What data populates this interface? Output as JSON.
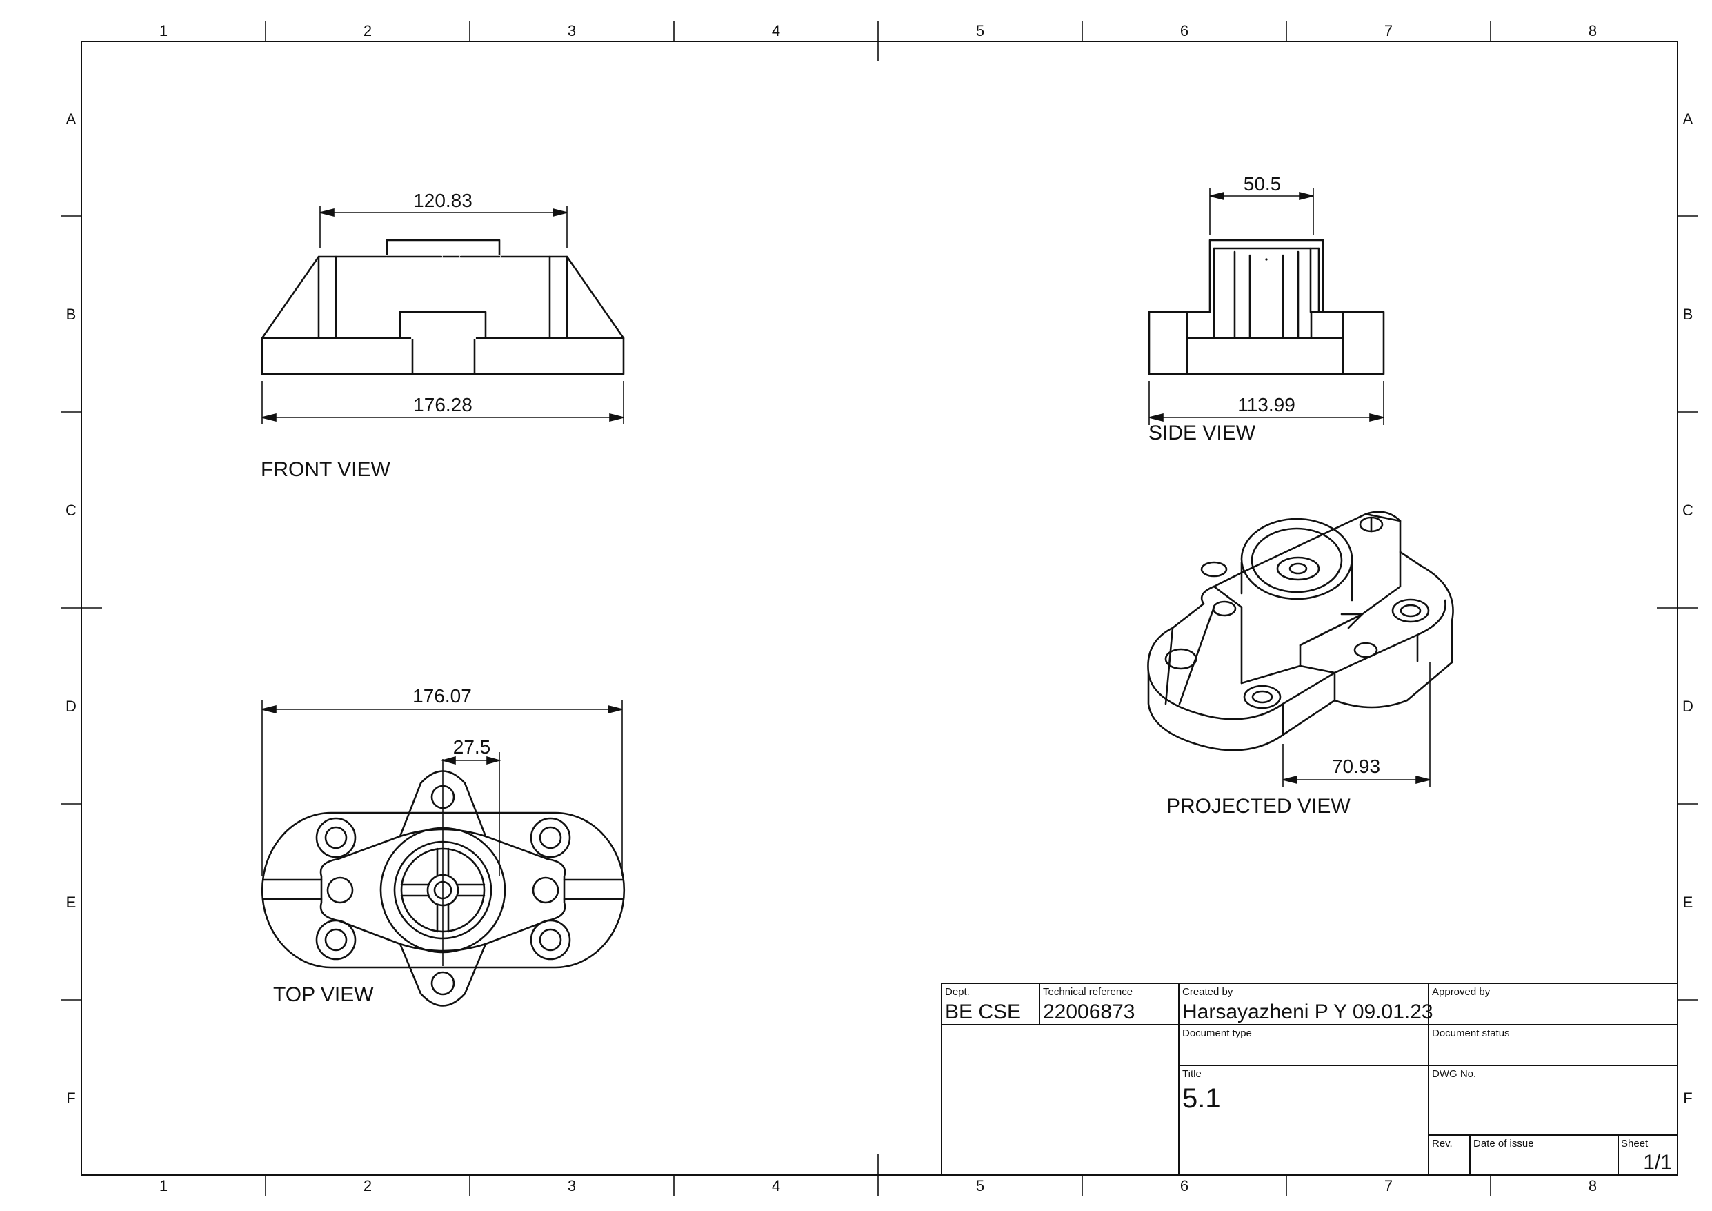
{
  "grid": {
    "columns": [
      "1",
      "2",
      "3",
      "4",
      "5",
      "6",
      "7",
      "8"
    ],
    "rows": [
      "A",
      "B",
      "C",
      "D",
      "E",
      "F"
    ]
  },
  "views": {
    "front": {
      "label": "FRONT VIEW",
      "dim_top": "120.83",
      "dim_bottom": "176.28"
    },
    "side": {
      "label": "SIDE VIEW",
      "dim_top": "50.5",
      "dim_bottom": "113.99"
    },
    "top": {
      "label": "TOP VIEW",
      "dim_width": "176.07",
      "dim_inner": "27.5"
    },
    "projected": {
      "label": "PROJECTED VIEW",
      "dim": "70.93"
    }
  },
  "title_block": {
    "dept_label": "Dept.",
    "dept_value": "BE CSE",
    "techref_label": "Technical reference",
    "techref_value": "22006873",
    "created_label": "Created by",
    "created_value": "Harsayazheni P Y 09.01.23",
    "approved_label": "Approved by",
    "approved_value": "",
    "doctype_label": "Document type",
    "docstatus_label": "Document status",
    "title_label": "Title",
    "title_value": "5.1",
    "dwg_label": "DWG No.",
    "rev_label": "Rev.",
    "date_label": "Date of issue",
    "sheet_label": "Sheet",
    "sheet_value": "1/1"
  }
}
